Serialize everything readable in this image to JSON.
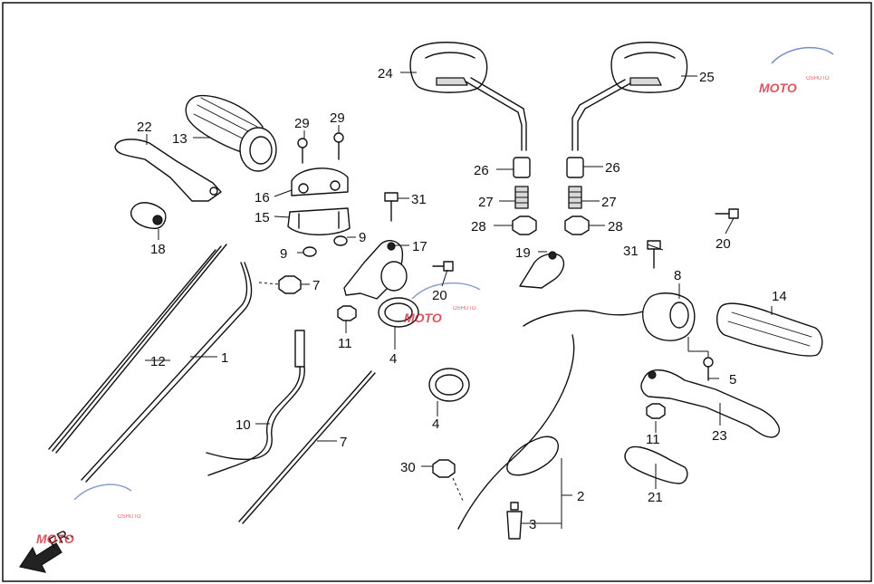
{
  "diagram": {
    "callouts": [
      {
        "id": "1",
        "label": "1"
      },
      {
        "id": "2",
        "label": "2"
      },
      {
        "id": "3",
        "label": "3"
      },
      {
        "id": "4a",
        "label": "4"
      },
      {
        "id": "4b",
        "label": "4"
      },
      {
        "id": "5",
        "label": "5"
      },
      {
        "id": "7a",
        "label": "7"
      },
      {
        "id": "7b",
        "label": "7"
      },
      {
        "id": "8",
        "label": "8"
      },
      {
        "id": "9a",
        "label": "9"
      },
      {
        "id": "9b",
        "label": "9"
      },
      {
        "id": "10",
        "label": "10"
      },
      {
        "id": "11a",
        "label": "11"
      },
      {
        "id": "11b",
        "label": "11"
      },
      {
        "id": "12",
        "label": "12"
      },
      {
        "id": "13",
        "label": "13"
      },
      {
        "id": "14",
        "label": "14"
      },
      {
        "id": "15",
        "label": "15"
      },
      {
        "id": "16",
        "label": "16"
      },
      {
        "id": "17",
        "label": "17"
      },
      {
        "id": "18",
        "label": "18"
      },
      {
        "id": "19",
        "label": "19"
      },
      {
        "id": "20a",
        "label": "20"
      },
      {
        "id": "20b",
        "label": "20"
      },
      {
        "id": "21",
        "label": "21"
      },
      {
        "id": "22",
        "label": "22"
      },
      {
        "id": "23",
        "label": "23"
      },
      {
        "id": "24",
        "label": "24"
      },
      {
        "id": "25",
        "label": "25"
      },
      {
        "id": "26a",
        "label": "26"
      },
      {
        "id": "26b",
        "label": "26"
      },
      {
        "id": "27a",
        "label": "27"
      },
      {
        "id": "27b",
        "label": "27"
      },
      {
        "id": "28a",
        "label": "28"
      },
      {
        "id": "28b",
        "label": "28"
      },
      {
        "id": "29a",
        "label": "29"
      },
      {
        "id": "29b",
        "label": "29"
      },
      {
        "id": "30",
        "label": "30"
      },
      {
        "id": "31a",
        "label": "31"
      },
      {
        "id": "31b",
        "label": "31"
      }
    ],
    "front_indicator": "FR.",
    "watermark": {
      "text": "MOTO",
      "sub": "OSHUTO"
    },
    "colors": {
      "line": "#111111",
      "watermark": "#c8202a",
      "background": "#ffffff"
    }
  }
}
